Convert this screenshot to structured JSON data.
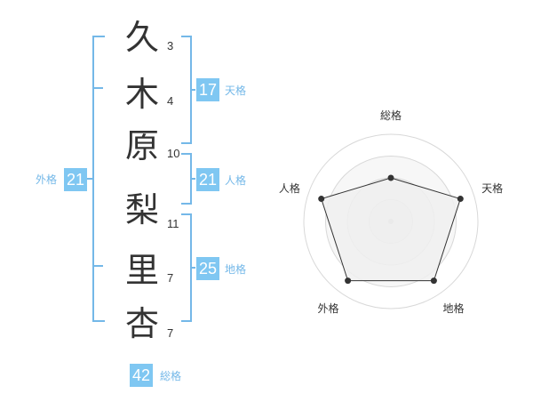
{
  "name": {
    "characters": [
      {
        "char": "久",
        "strokes": "3"
      },
      {
        "char": "木",
        "strokes": "4"
      },
      {
        "char": "原",
        "strokes": "10"
      },
      {
        "char": "梨",
        "strokes": "11"
      },
      {
        "char": "里",
        "strokes": "7"
      },
      {
        "char": "杏",
        "strokes": "7"
      }
    ]
  },
  "grids": {
    "tenkaku": {
      "value": "17",
      "label": "天格"
    },
    "jinkaku": {
      "value": "21",
      "label": "人格"
    },
    "chikaku": {
      "value": "25",
      "label": "地格"
    },
    "gaikaku": {
      "value": "21",
      "label": "外格"
    },
    "soukaku": {
      "value": "42",
      "label": "総格"
    }
  },
  "colors": {
    "accent": "#7fc7f2",
    "bracket": "#74b8e8",
    "text": "#333333"
  },
  "chart_data": {
    "type": "radar",
    "axes": [
      "総格",
      "天格",
      "地格",
      "外格",
      "人格"
    ],
    "values": [
      0.5,
      0.84,
      0.84,
      0.84,
      0.84
    ],
    "range": [
      0,
      1
    ],
    "rings": 4
  }
}
